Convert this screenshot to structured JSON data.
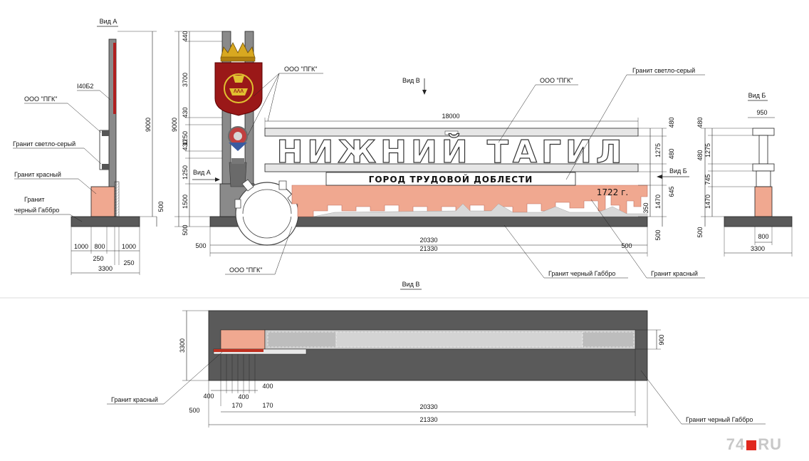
{
  "views": {
    "view_a": "Вид А",
    "view_b": "Вид Б",
    "view_v": "Вид В",
    "view_v_bottom": "Вид В",
    "arrow_a": "Вид А",
    "arrow_b": "Вид Б"
  },
  "labels": {
    "ooo_pgk": "ООО \"ПГК\"",
    "beam": "I40Б2",
    "granite_light_grey": "Гранит светло-серый",
    "granite_red": "Гранит красный",
    "granite_black_line1": "Гранит",
    "granite_black_line2": "черный Габбро",
    "granite_black_gabbro": "Гранит черный Габбро",
    "city_name": "НИЖНИЙ ТАГИЛ",
    "subtitle": "ГОРОД ТРУДОВОЙ ДОБЛЕСТИ",
    "year": "1722 г."
  },
  "dims": {
    "a_9000": "9000",
    "a_1000_l": "1000",
    "a_800": "800",
    "a_1000_r": "1000",
    "a_250_l": "250",
    "a_250_r": "250",
    "a_3300": "3300",
    "a_500": "500",
    "f_440": "440",
    "f_3700": "3700",
    "f_430_a": "430",
    "f_1250_a": "1250",
    "f_430_b": "430",
    "f_1250_b": "1250",
    "f_1500": "1500",
    "f_500": "500",
    "f_9000": "9000",
    "f_18000": "18000",
    "f_20330": "20330",
    "f_21330": "21330",
    "f_500_l": "500",
    "f_500_r": "500",
    "r_480_a": "480",
    "r_1275": "1275",
    "r_480_b": "480",
    "r_645": "645",
    "r_1470": "1470",
    "r_350": "350",
    "r_500": "500",
    "b_950": "950",
    "b_480_a": "480",
    "b_1275": "1275",
    "b_480_b": "480",
    "b_745": "745",
    "b_1470": "1470",
    "b_500": "500",
    "b_800": "800",
    "b_3300": "3300",
    "p_3300": "3300",
    "p_900": "900",
    "p_400_a": "400",
    "p_400_b": "400",
    "p_400_c": "400",
    "p_170_a": "170",
    "p_170_b": "170",
    "p_500": "500",
    "p_20330": "20330",
    "p_21330": "21330"
  },
  "watermark": {
    "left": "74",
    "right": "RU"
  },
  "colors": {
    "granite_red": "#f0a890",
    "granite_dark": "#5a5a5a",
    "steel": "#8a8a8a",
    "line": "#222222"
  }
}
